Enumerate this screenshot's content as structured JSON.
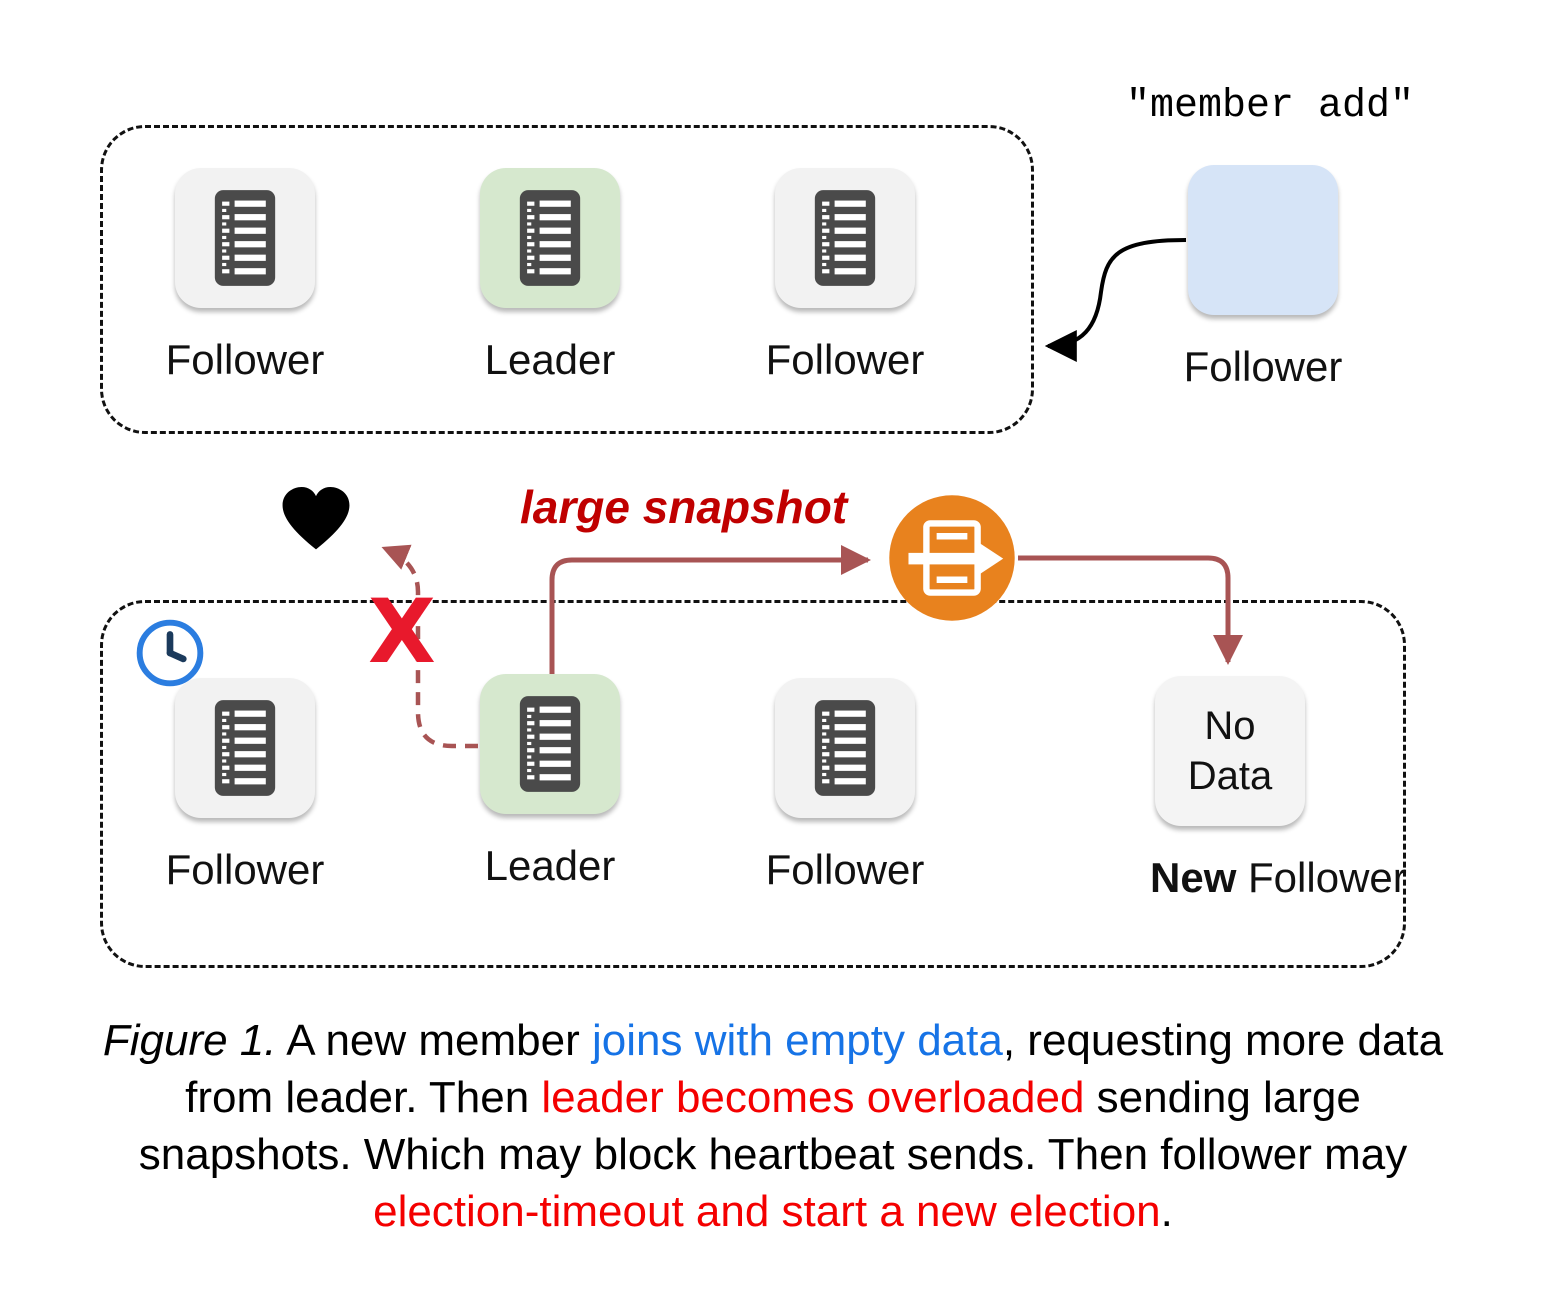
{
  "colors": {
    "leader_bg": "#d6e8ce",
    "follower_bg": "#f2f2f2",
    "new_member_bg": "#d6e4f7",
    "snapshot_arrow": "#a85454",
    "x_mark": "#e8192c",
    "large_snapshot_text": "#c00000",
    "caption_blue": "#1673e6",
    "caption_red": "#f40000",
    "clock_blue": "#2b7de0",
    "snapshot_icon_bg": "#e8821e",
    "heart": "#000000"
  },
  "command_label": "\"member add\"",
  "top_cluster": {
    "nodes": [
      {
        "label": "Follower"
      },
      {
        "label": "Leader"
      },
      {
        "label": "Follower"
      }
    ]
  },
  "new_member": {
    "label": "Follower"
  },
  "annotations": {
    "large_snapshot": "large snapshot",
    "x_mark": "X",
    "heart_icon": "heartbeat-heart",
    "clock_icon": "election-timeout-clock",
    "snapshot_icon": "snapshot-transfer"
  },
  "bottom_cluster": {
    "nodes": [
      {
        "label": "Follower"
      },
      {
        "label": "Leader"
      },
      {
        "label": "Follower"
      }
    ],
    "new_follower": {
      "box_text": "No Data",
      "label_bold": "New",
      "label_rest": " Follower"
    }
  },
  "caption": {
    "line1": [
      {
        "text": "Figure 1."
      },
      {
        "text": " A new member "
      },
      {
        "text": "joins with empty data"
      },
      {
        "text": ", requesting more data"
      }
    ],
    "line2": [
      {
        "text": "from leader. Then "
      },
      {
        "text": "leader becomes overloaded"
      },
      {
        "text": " sending large"
      }
    ],
    "line3": [
      {
        "text": "snapshots. Which may block heartbeat sends. Then follower may"
      }
    ],
    "line4": [
      {
        "text": "election-timeout and start a new election"
      },
      {
        "text": "."
      }
    ]
  }
}
